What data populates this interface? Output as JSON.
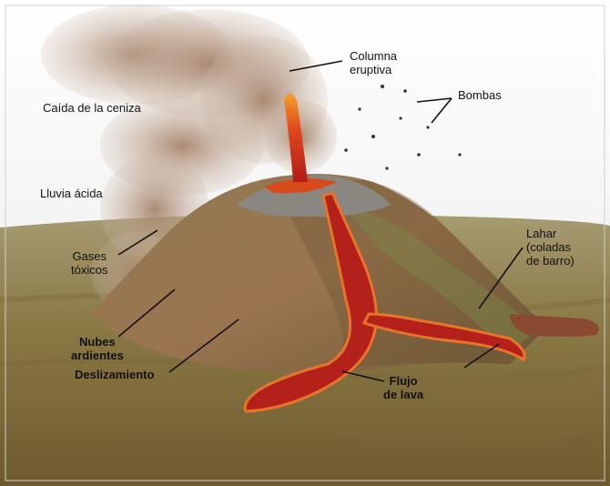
{
  "labels": {
    "columna_eruptiva": "Columna\neruptiva",
    "bombas": "Bombas",
    "caida_ceniza": "Caída de la ceniza",
    "lluvia_acida": "Lluvia ácida",
    "gases_toxicos": "Gases\ntóxicos",
    "nubes_ardientes": "Nubes\nardientes",
    "deslizamiento": "Deslizamiento",
    "flujo_lava": "Flujo\nde lava",
    "lahar": "Lahar\n(coladas\nde barro)"
  },
  "colors": {
    "ground": "#8a7440",
    "mountain": "#8a6a45",
    "lava": "#c0281a",
    "ash": "#b89a82",
    "sky": "#f4f4f4"
  }
}
